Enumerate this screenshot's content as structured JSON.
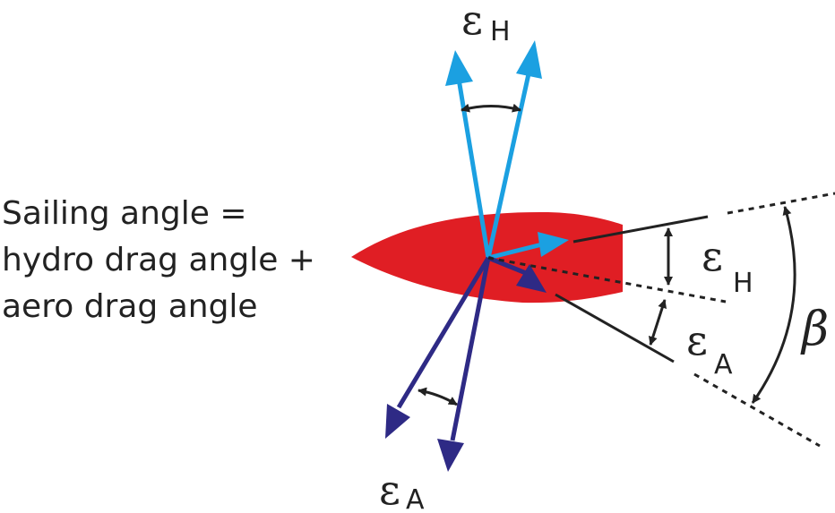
{
  "caption": {
    "line1": "Sailing angle =",
    "line2": "hydro drag angle +",
    "line3": "aero drag angle"
  },
  "labels": {
    "epsilon_symbol": "ε",
    "hydro_subscript": "H",
    "aero_subscript": "A",
    "beta_symbol": "β"
  },
  "colors": {
    "hull": "#e01e24",
    "hydro_force": "#1ba0e1",
    "aero_force": "#2e2a85",
    "annotation": "#222222"
  }
}
